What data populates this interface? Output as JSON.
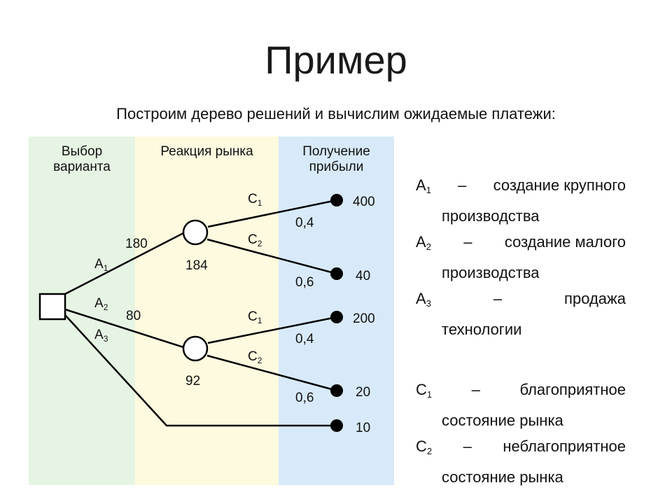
{
  "title": "Пример",
  "subtitle": "Построим дерево решений и вычислим ожидаемые платежи:",
  "columns": [
    {
      "label": "Выбор варианта",
      "color": "#e6f4e3"
    },
    {
      "label": "Реакция рынка",
      "color": "#fdfadf"
    },
    {
      "label": "Получение прибыли",
      "color": "#d8eaf9"
    }
  ],
  "tree": {
    "branch_values": {
      "a1": "180",
      "a2": "80"
    },
    "chance_values": {
      "upper": "184",
      "lower": "92"
    },
    "probabilities": {
      "c1": "0,4",
      "c2": "0,6"
    },
    "payoffs": [
      "400",
      "40",
      "200",
      "20",
      "10"
    ]
  },
  "symbols": {
    "a": "A",
    "c": "C",
    "sub1": "1",
    "sub2": "2",
    "sub3": "3"
  },
  "legend": [
    {
      "sym": "A",
      "sub": "1",
      "dash": "–",
      "first": "создание крупного",
      "second": "производства"
    },
    {
      "sym": "A",
      "sub": "2",
      "dash": "–",
      "first": "создание малого",
      "second": "производства"
    },
    {
      "sym": "A",
      "sub": "3",
      "dash": "–",
      "first": "продажа",
      "second": "технологии"
    },
    {
      "sym": "C",
      "sub": "1",
      "dash": "–",
      "first": "благоприятное",
      "second": "состояние рынка"
    },
    {
      "sym": "C",
      "sub": "2",
      "dash": "–",
      "first": "неблагоприятное",
      "second": "состояние рынка"
    }
  ]
}
